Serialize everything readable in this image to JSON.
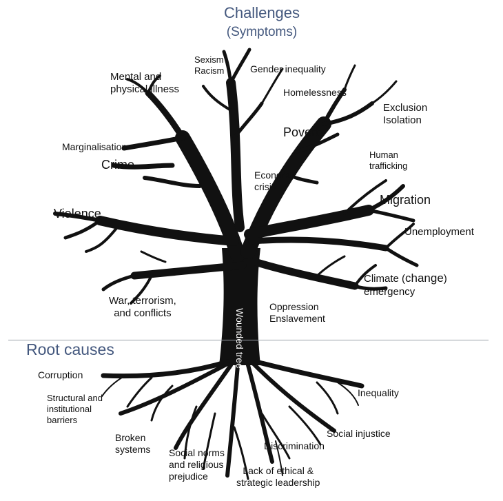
{
  "header": {
    "title": "Challenges",
    "subtitle": "(Symptoms)"
  },
  "trunk_label": "Wounded tree",
  "root_section_title": "Root causes",
  "symptoms": {
    "sexism_racism": "Sexism\nRacism",
    "gender_inequality": "Gender inequality",
    "mental_physical": "Mental and\nphysical illness",
    "homelessness": "Homelessness",
    "exclusion_isolation": "Exclusion\nIsolation",
    "poverty": "Poverty",
    "marginalisation": "Marginalisation",
    "crime": "Crime",
    "human_trafficking": "Human\ntrafficking",
    "economic_crisis": "Economic\ncrisis",
    "migration": "Migration",
    "violence": "Violence",
    "unemployment": "Unemployment",
    "climate_prefix": "Climate (",
    "climate_change": "change",
    "climate_suffix": ")",
    "climate_line2": "emergency",
    "war": "War, terrorism,\nand conflicts",
    "oppression": "Oppression\nEnslavement"
  },
  "roots": {
    "corruption": "Corruption",
    "structural": "Structural and\ninstitutional\nbarriers",
    "inequality": "Inequality",
    "broken_systems": "Broken\nsystems",
    "social_injustice": "Social injustice",
    "social_norms": "Social norms\nand religious\nprejudice",
    "discrimination": "Discrimination",
    "leadership": "Lack of ethical &\nstrategic leadership"
  },
  "colors": {
    "tree": "#111111",
    "title": "#44587e",
    "divider": "#9aa0a8"
  }
}
